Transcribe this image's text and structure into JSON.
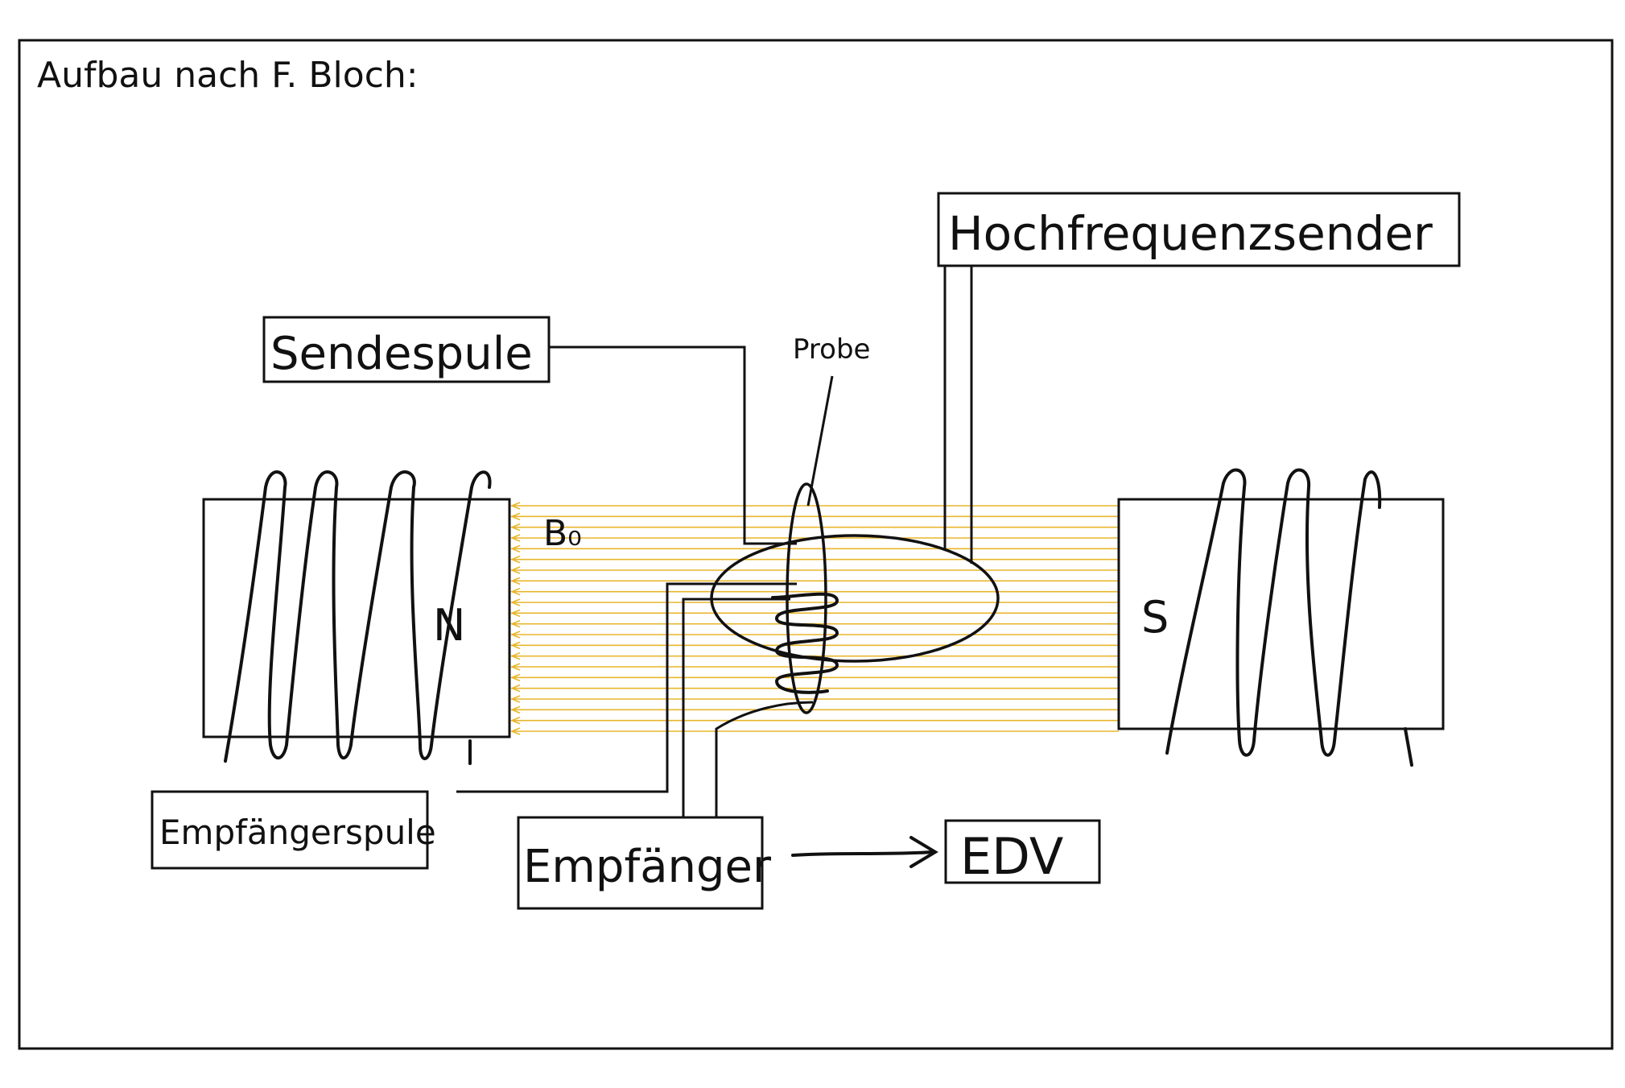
{
  "title": "Aufbau nach F. Bloch:",
  "labels": {
    "transmitter": "Hochfrequenzsender",
    "send_coil": "Sendespule",
    "sample": "Probe",
    "field": "B₀",
    "north": "N",
    "south": "S",
    "receiver_coil": "Empfängerspule",
    "receiver": "Empfänger",
    "edv": "EDV"
  },
  "colors": {
    "ink": "#111111",
    "field_lines": "#e8b62c"
  }
}
